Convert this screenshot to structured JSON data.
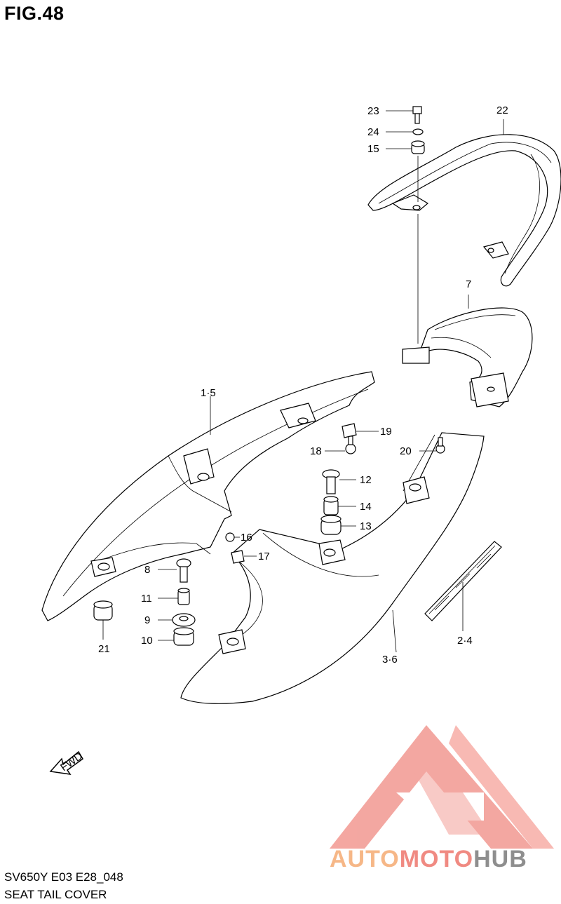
{
  "figure": {
    "title": "FIG.48",
    "model_code": "SV650Y E03 E28_048",
    "section_name": "SEAT TAIL COVER"
  },
  "fwd_arrow": {
    "label": "FWD"
  },
  "watermark": {
    "part1": "AUTO",
    "part2": "MOTO",
    "part3": "HUB",
    "color1": "#f6b787",
    "color2": "#f08a82",
    "color3": "#8e8e8e"
  },
  "callouts": {
    "c1": "1·5",
    "c2": "2·4",
    "c3": "3·6",
    "c7": "7",
    "c8": "8",
    "c9": "9",
    "c10": "10",
    "c11": "11",
    "c12": "12",
    "c13": "13",
    "c14": "14",
    "c15": "15",
    "c16": "16",
    "c17": "17",
    "c18": "18",
    "c19": "19",
    "c20": "20",
    "c21": "21",
    "c22": "22",
    "c23": "23",
    "c24": "24"
  }
}
